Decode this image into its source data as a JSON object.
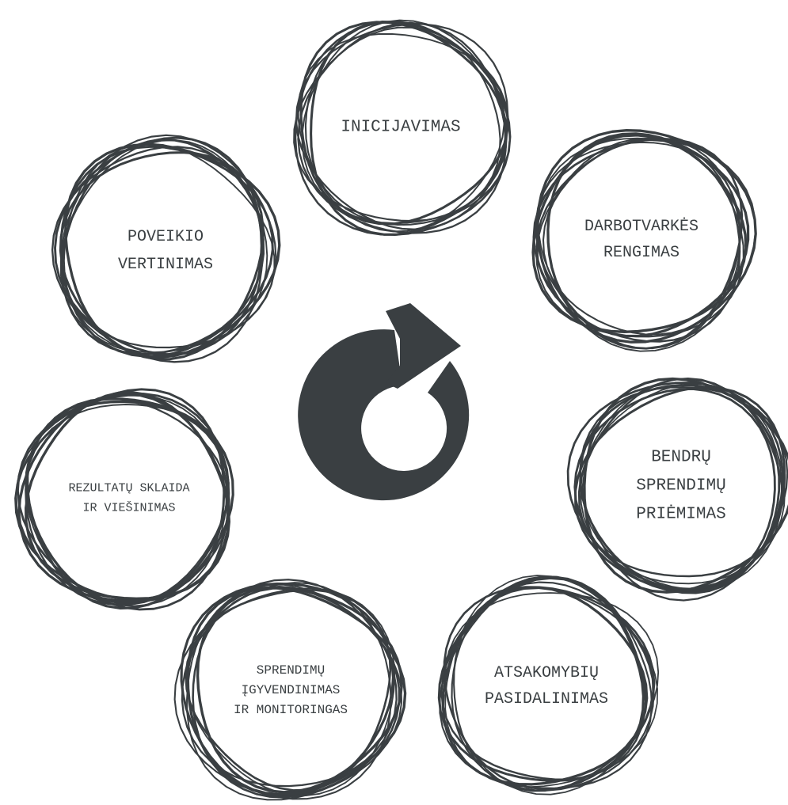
{
  "diagram": {
    "accent_color": "#3a3f42",
    "center_icon": "cycle-arrow-icon",
    "stages": [
      {
        "id": "initiation",
        "lines": [
          "INICIJAVIMAS"
        ]
      },
      {
        "id": "agenda",
        "lines": [
          "DARBOTVARKĖS",
          "RENGIMAS"
        ]
      },
      {
        "id": "joint-decisions",
        "lines": [
          "BENDRŲ",
          "SPRENDIMŲ",
          "PRIĖMIMAS"
        ]
      },
      {
        "id": "responsibility",
        "lines": [
          "ATSAKOMYBIŲ",
          "PASIDALINIMAS"
        ]
      },
      {
        "id": "implementation",
        "lines": [
          "SPRENDIMŲ",
          "ĮGYVENDINIMAS",
          "IR MONITORINGAS"
        ]
      },
      {
        "id": "dissemination",
        "lines": [
          "REZULTATŲ SKLAIDA",
          "IR VIEŠINIMAS"
        ]
      },
      {
        "id": "impact",
        "lines": [
          "POVEIKIO",
          "VERTINIMAS"
        ]
      }
    ]
  }
}
